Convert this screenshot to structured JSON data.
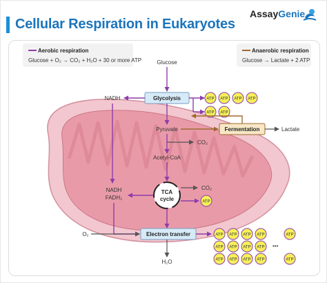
{
  "header": {
    "title": "Cellular Respiration in Eukaryotes",
    "brand_prefix": "Assay",
    "brand_suffix": "Genie"
  },
  "legend": {
    "aerobic": {
      "name": "Aerobic respiration",
      "equation": "Glucose + O₂ → CO₂ + H₂O + 30 or more ATP",
      "color": "#8e3da8"
    },
    "anaerobic": {
      "name": "Anaerobic respiration",
      "equation": "Glucose → Lactate + 2 ATP",
      "color": "#a0692f"
    }
  },
  "diagram": {
    "glucose": "Glucose",
    "glycolysis": "Glycolysis",
    "nadh_top": "NADH",
    "pyruvate": "Pyruvate",
    "fermentation": "Fermentation",
    "lactate": "Lactate",
    "co2_pyruvate": "CO₂",
    "acetyl_coa": "Acetyl-CoA",
    "nadh_mid": "NADH",
    "fadh2": "FADH₂",
    "tca_line1": "TCA",
    "tca_line2": "cycle",
    "co2_tca": "CO₂",
    "o2": "O₂",
    "electron_transfer": "Electron transfer",
    "water": "H₂O",
    "atp": "ATP",
    "ellipsis": "•••"
  },
  "colors": {
    "title": "#1c75bc",
    "box_fill": "#d6eaf8",
    "box_stroke": "#7a9cc0",
    "fermentation_fill": "#f7e7c6",
    "atp_fill": "#f6f05a",
    "atp_stroke": "#8e3da8",
    "mitochondrion_outer": "#f2c7cf",
    "mitochondrion_inner": "#e99aa8"
  }
}
